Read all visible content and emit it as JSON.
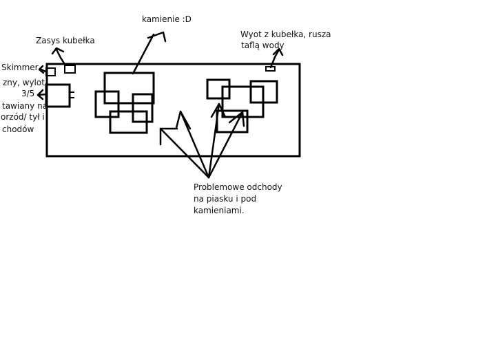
{
  "labels": {
    "rocks": "kamienie :D",
    "bucket_intake": "Zasys kubełka",
    "bucket_outlet_1": "Wyot z kubełka, rusza",
    "bucket_outlet_2": "taflą wody",
    "skimmer": "Skimmer",
    "side_line_1": "zny, wylot",
    "side_line_2": "3/5",
    "side_line_3": "tawiany na",
    "side_line_4": "orzód/ tył i",
    "side_line_5": "chodów",
    "problem_1": "Problemowe odchody",
    "problem_2": "na piasku i pod",
    "problem_3": "kamieniami."
  },
  "colors": {
    "ink": "#000000",
    "background": "#ffffff"
  }
}
